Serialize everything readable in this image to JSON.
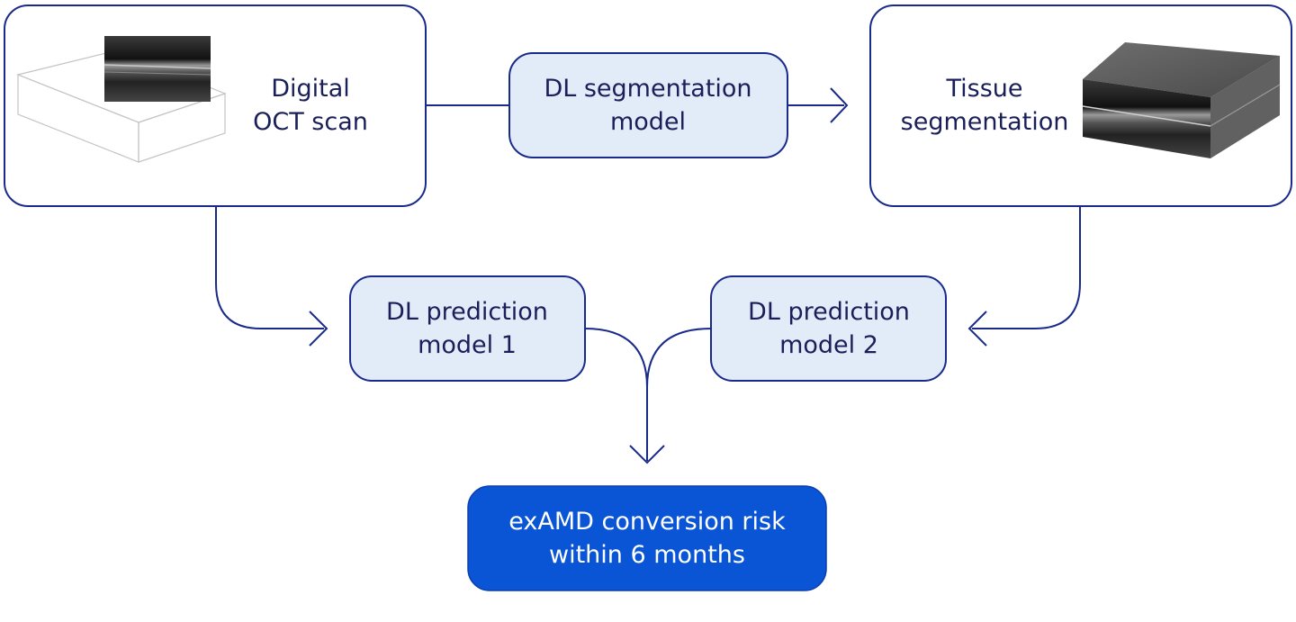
{
  "nodes": {
    "digital_oct": {
      "line1": "Digital",
      "line2": "OCT scan",
      "image": "oct-scan-volume-icon"
    },
    "dl_segmentation": {
      "line1": "DL segmentation",
      "line2": "model"
    },
    "tissue_segmentation": {
      "line1": "Tissue",
      "line2": "segmentation",
      "image": "tissue-volume-icon"
    },
    "dl_prediction_1": {
      "line1": "DL prediction",
      "line2": "model 1"
    },
    "dl_prediction_2": {
      "line1": "DL prediction",
      "line2": "model 2"
    },
    "output": {
      "line1": "exAMD conversion risk",
      "line2": "within 6 months"
    }
  },
  "colors": {
    "line": "#1a2a8a",
    "text": "#1a1f5a",
    "box_fill_light": "#e2ebf8",
    "box_fill_white": "#ffffff",
    "output_fill": "#0a55d6",
    "output_text": "#ffffff"
  }
}
